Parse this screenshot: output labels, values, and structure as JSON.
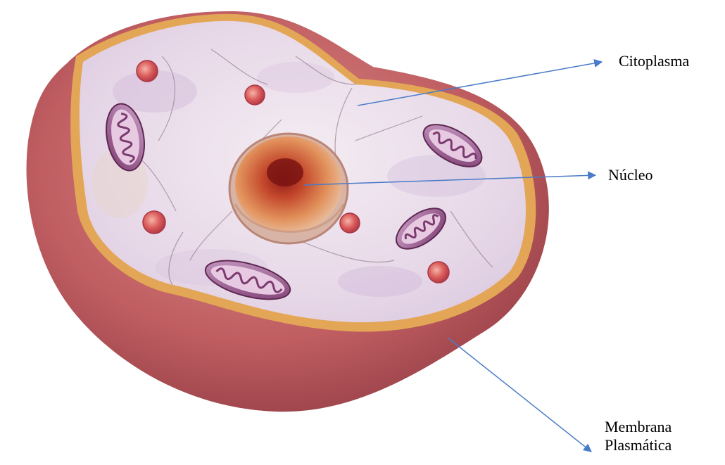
{
  "labels": {
    "citoplasma": "Citoplasma",
    "nucleo": "Núcleo",
    "membrana_line1": "Membrana",
    "membrana_line2": "Plasmática"
  },
  "colors": {
    "membrane_outer": "#b84f55",
    "membrane_rim": "#e3a656",
    "cytoplasm": "#ece0ec",
    "cytoplasm_shade": "#d8c4dc",
    "nucleus": "#d99a7a",
    "nucleolus": "#b2321f",
    "mitochondria": "#9c5a8e",
    "vesicle": "#d95a5a",
    "arrow": "#4a7bc8"
  }
}
